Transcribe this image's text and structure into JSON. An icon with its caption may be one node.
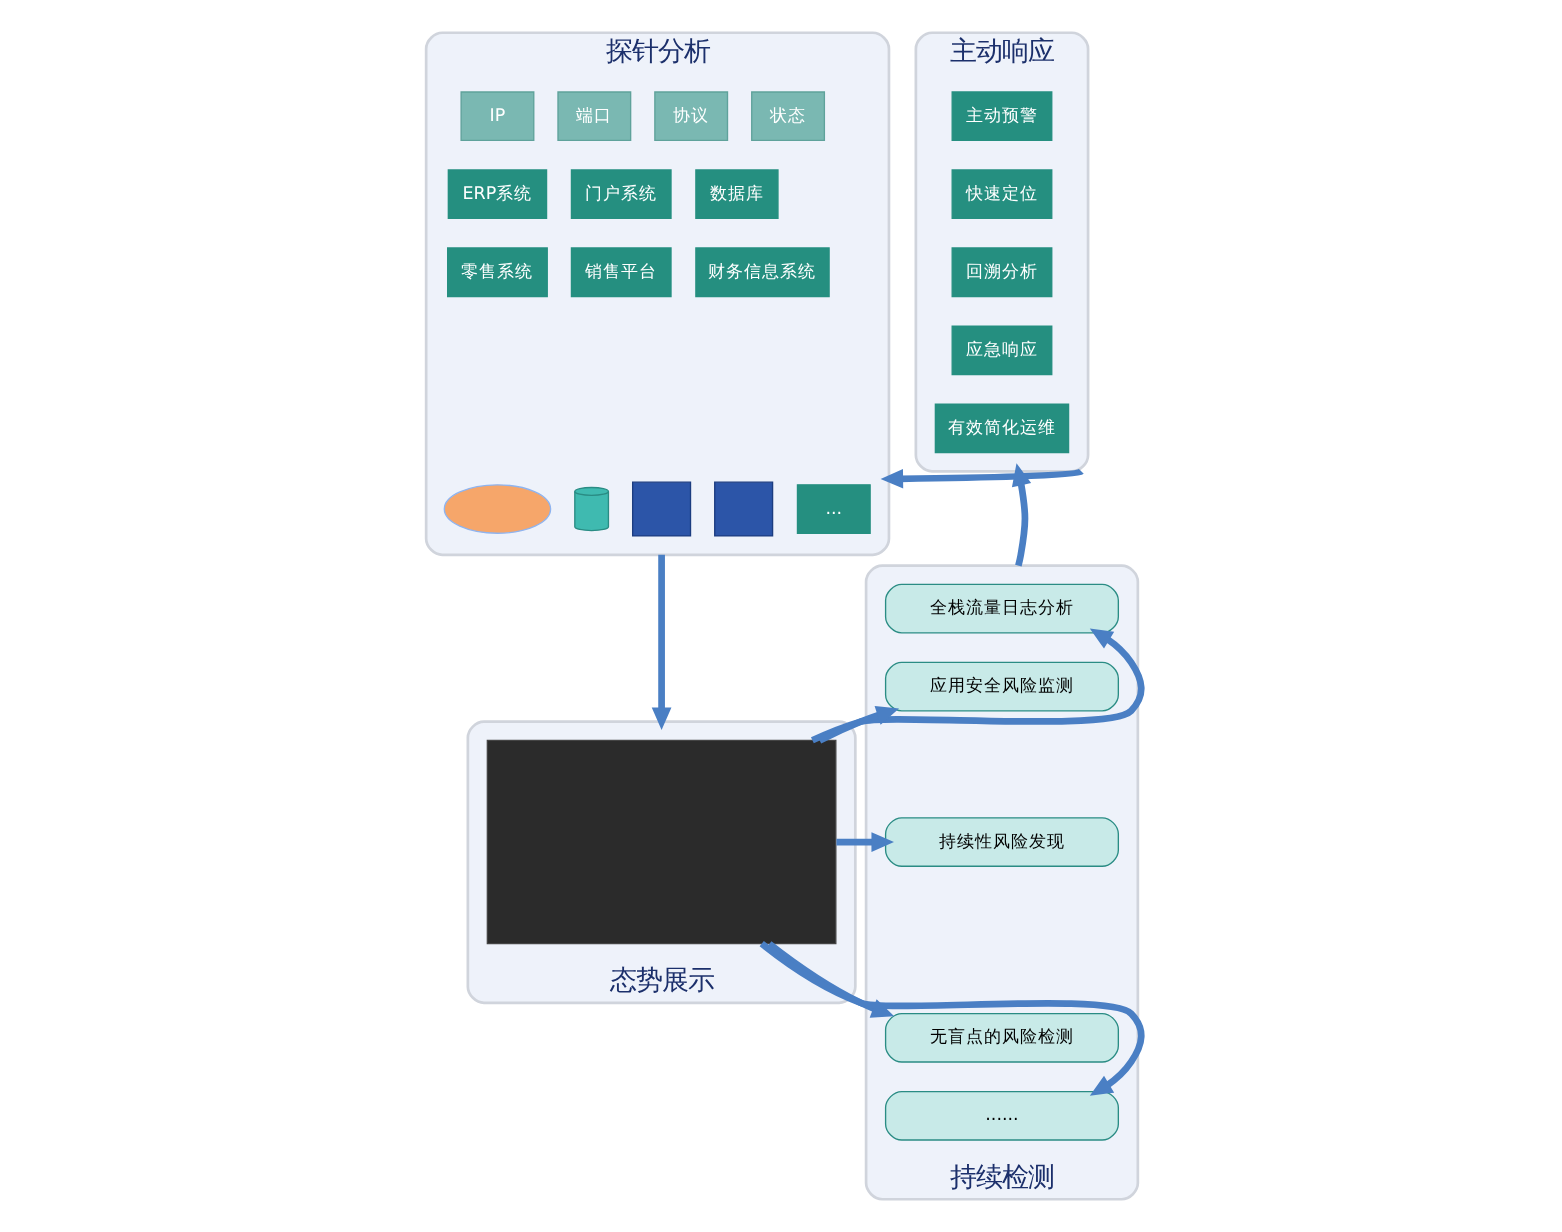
{
  "diagram": {
    "nodes": [
      {
        "text": [
          "探针分析"
        ]
      },
      {
        "text": [
          "IP"
        ],
        "in": 0
      },
      {
        "text": [
          "端口"
        ],
        "in": 0
      },
      {
        "text": [
          "协议"
        ],
        "in": 0
      },
      {
        "text": [
          "状态"
        ],
        "in": 0
      },
      {
        "text": [
          "ERP系统"
        ],
        "in": 0
      },
      {
        "text": [
          "门户系统"
        ],
        "in": 0
      },
      {
        "text": [
          "数据库"
        ],
        "in": 0
      },
      {
        "text": [
          "零售系统"
        ],
        "in": 0
      },
      {
        "text": [
          "销售平台"
        ],
        "in": 0
      },
      {
        "text": [
          "财务信息系统"
        ],
        "in": 0
      },
      {
        "text": [],
        "shape": "cloud",
        "in": 0
      },
      {
        "text": [],
        "shape": "cylinder",
        "in": 0
      },
      {
        "text": [],
        "shape": "box",
        "in": 0
      },
      {
        "text": [],
        "shape": "box",
        "in": 0
      },
      {
        "text": [
          "..."
        ],
        "in": 0
      },
      {
        "text": [
          "主动响应"
        ]
      },
      {
        "text": [
          "主动预警"
        ],
        "in": 16
      },
      {
        "text": [
          "快速定位"
        ],
        "in": 16
      },
      {
        "text": [
          "回溯分析"
        ],
        "in": 16
      },
      {
        "text": [
          "应急响应"
        ],
        "in": 16
      },
      {
        "text": [
          "有效简化运维"
        ],
        "in": 16
      },
      {
        "text": [
          "态势展示"
        ]
      },
      {
        "text": [],
        "shape": "box",
        "in": 22
      },
      {
        "text": [
          "持续检测"
        ]
      },
      {
        "text": [
          "全栈流量日志分析"
        ],
        "in": 24
      },
      {
        "text": [
          "应用安全风险监测"
        ],
        "in": 24
      },
      {
        "text": [
          "持续性风险发现"
        ],
        "in": 24
      },
      {
        "text": [
          "无盲点的风险检测"
        ],
        "in": 24
      },
      {
        "text": [
          "......"
        ],
        "in": 24
      }
    ],
    "edges": [
      {
        "from": 16,
        "to": 0,
        "arrow": "to"
      },
      {
        "from": 0,
        "to": 22,
        "arrow": "to"
      },
      {
        "from": 24,
        "to": 16,
        "arrow": "to"
      },
      {
        "from": 23,
        "to": 25,
        "arrow": "to"
      },
      {
        "from": 23,
        "to": 26,
        "arrow": "to"
      },
      {
        "from": 23,
        "to": 27,
        "arrow": "to"
      },
      {
        "from": 23,
        "to": 28,
        "arrow": "to"
      },
      {
        "from": 23,
        "to": 29,
        "arrow": "to"
      }
    ]
  }
}
